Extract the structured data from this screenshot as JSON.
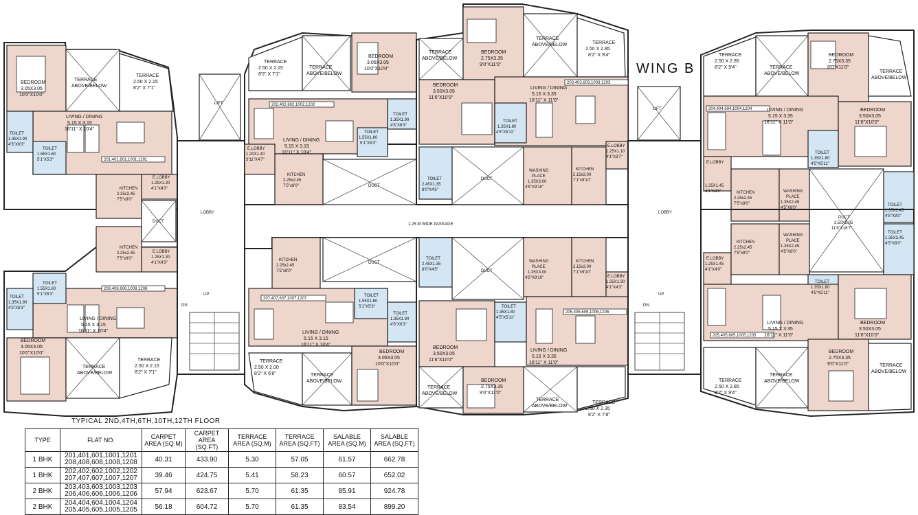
{
  "wing_label": "WING B",
  "passage_label": "1.25 M WIDE PASSAGE",
  "lobby_label": "LOBBY",
  "lift_label": "LIFT",
  "duct_label": "DUCT",
  "up_label": "UP",
  "dn_label": "DN",
  "flat_tags": {
    "left_top": "201,401,601,1001,1201",
    "left_bottom": "208,408,608,1008,1208",
    "mid_top": "202,402,602,1002,1202",
    "mid_bottom": "207,407,607,1007,1207",
    "center_top": "203,403,603,1003,1203",
    "center_bottom": "206,406,606,1006,1206",
    "right_top": "204,404,604,1004,1204",
    "right_bottom": "205,405,605,1005,1205"
  },
  "rooms": {
    "bedroom_305": [
      "BEDROOM",
      "3.05X3.05",
      "10'0\"X10'0\""
    ],
    "bedroom_350": [
      "BEDROOM",
      "3.50X3.05",
      "11'6\"X10'0\""
    ],
    "bedroom_275": [
      "BEDROOM",
      "2.75X3.35",
      "9'0\"X11'0\""
    ],
    "living_515_315": [
      "LIVING / DINING",
      "5.15 X 3.15",
      "16'11\" X 10'4\""
    ],
    "living_515_335": [
      "LIVING / DINING",
      "5.15 X 3.35",
      "16'11\" X 11'0\""
    ],
    "kitchen_225": [
      "KITCHEN",
      "2.25x2.45",
      "7'5\"x8'0\""
    ],
    "kitchen_215": [
      "KITCHEN",
      "2.15x3.00",
      "7'1\"x9'10\""
    ],
    "toilet_135_190": [
      "TOILET",
      "1.35X1.90",
      "4'5\"X6'3\""
    ],
    "toilet_155_160": [
      "TOILET",
      "1.55X1.60",
      "5'1\"X5'3\""
    ],
    "toilet_135_180": [
      "TOILET",
      "1.35X1.80",
      "4'5\"X5'11\""
    ],
    "toilet_245_135": [
      "TOILET",
      "2.45X1.35",
      "8'0\"X4'5\""
    ],
    "toilet_135_245": [
      "TOILET",
      "1.35X2.45",
      "4'5\"X8'0\""
    ],
    "elobby_125_130": [
      "E.LOBBY",
      "1.25X1.30",
      "4'1\"X4'3\""
    ],
    "elobby_120_140": [
      "E.LOBBY",
      "1.20X1.40",
      "3'11\"X4'7\""
    ],
    "elobby_125_110": [
      "E.LOBBY",
      "1.25X1.10",
      "4'1\"X3'7\""
    ],
    "elobby_125_145": [
      "E.LOBBY",
      "1.25X1.45",
      "4'1\"X4'9\""
    ],
    "washing_135_300": [
      "WASHING",
      "PLACE",
      "1.35X3.00",
      "4'5\"X9'10\""
    ],
    "washing_135_245": [
      "WASHING",
      "PLACE",
      "1.35X2.45",
      "4'5\"X8'0\""
    ],
    "terrace_250_215": [
      "TERRACE",
      "2.50 X 2.15",
      "8'2\" X 7'1\""
    ],
    "terrace_250_285": [
      "TERRACE",
      "2.50 X 2.85",
      "8'2\" X 9'4\""
    ],
    "terrace_250_235": [
      "TERRACE",
      "2.50 X 2.35",
      "8'2\" X 7'8\""
    ],
    "terrace_250_200": [
      "TERRACE",
      "2.50 X 2.00",
      "8'2\" X 6'8\""
    ],
    "terrace_above": [
      "TERRACE",
      "ABOVE/BELOW"
    ],
    "duct_350": [
      "DUCT",
      "3.50X5.05",
      "11'6\"X16'7\""
    ]
  },
  "table": {
    "caption": "TYPICAL 2ND,4TH,6TH,10TH,12TH FLOOR",
    "headers": [
      "TYPE",
      "FLAT NO.",
      "CARPET AREA (SQ.M)",
      "CARPET AREA (SQ.FT)",
      "TERRACE AREA (SQ.M)",
      "TERRACE AREA (SQ.FT)",
      "SALABLE AREA (SQ.M)",
      "SALABLE AREA (SQ.FT)"
    ],
    "rows": [
      {
        "type": "1 BHK",
        "flat_a": "201,401,601,1001,1201",
        "flat_b": "208,408,608,1008,1208",
        "carpet_m": "40.31",
        "carpet_ft": "433.90",
        "terrace_m": "5.30",
        "terrace_ft": "57.05",
        "salable_m": "61.57",
        "salable_ft": "662.78"
      },
      {
        "type": "1 BHK",
        "flat_a": "202,402,602,1002,1202",
        "flat_b": "207,407,607,1007,1207",
        "carpet_m": "39.46",
        "carpet_ft": "424.75",
        "terrace_m": "5.41",
        "terrace_ft": "58.23",
        "salable_m": "60.57",
        "salable_ft": "652.02"
      },
      {
        "type": "2 BHK",
        "flat_a": "203,403,603,1003,1203",
        "flat_b": "206,406,606,1006,1206",
        "carpet_m": "57.94",
        "carpet_ft": "623.67",
        "terrace_m": "5.70",
        "terrace_ft": "61.35",
        "salable_m": "85.91",
        "salable_ft": "924.78"
      },
      {
        "type": "2 BHK",
        "flat_a": "204,404,604,1004,1204",
        "flat_b": "205,405,605,1005,1205",
        "carpet_m": "56.18",
        "carpet_ft": "604.72",
        "terrace_m": "5.70",
        "terrace_ft": "61.35",
        "salable_m": "83.54",
        "salable_ft": "899.20"
      }
    ]
  }
}
